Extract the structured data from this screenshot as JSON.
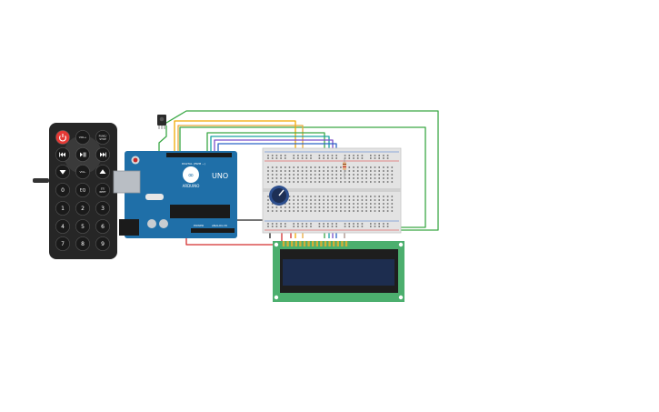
{
  "remote": {
    "buttons": [
      {
        "label": "",
        "icon": "power-icon",
        "color": "#e53935"
      },
      {
        "label": "VOL+"
      },
      {
        "label": "FUNC/STOP"
      },
      {
        "label": "",
        "icon": "prev-icon"
      },
      {
        "label": "",
        "icon": "play-pause-icon"
      },
      {
        "label": "",
        "icon": "next-icon"
      },
      {
        "label": "",
        "icon": "down-icon"
      },
      {
        "label": "VOL-"
      },
      {
        "label": "",
        "icon": "up-icon"
      },
      {
        "label": "0"
      },
      {
        "label": "EQ"
      },
      {
        "label": "ST/REPT"
      },
      {
        "label": "1"
      },
      {
        "label": "2"
      },
      {
        "label": "3"
      },
      {
        "label": "4"
      },
      {
        "label": "5"
      },
      {
        "label": "6"
      },
      {
        "label": "7"
      },
      {
        "label": "8"
      },
      {
        "label": "9"
      }
    ]
  },
  "arduino": {
    "brand": "ARDUINO",
    "model": "UNO",
    "digital_label": "DIGITAL (PWM ~)",
    "analog_label": "ANALOG IN",
    "power_label": "POWER",
    "color": "#1f6fa8"
  },
  "lcd": {
    "pcb_color": "#4caf6e",
    "screen_color": "#1d2d4f"
  },
  "wires": {
    "colors": [
      "#f2a900",
      "#e8a93b",
      "#3aa845",
      "#7a4fc9",
      "#2b63c6",
      "#1aa3a3",
      "#d32f2f",
      "#222222"
    ]
  }
}
